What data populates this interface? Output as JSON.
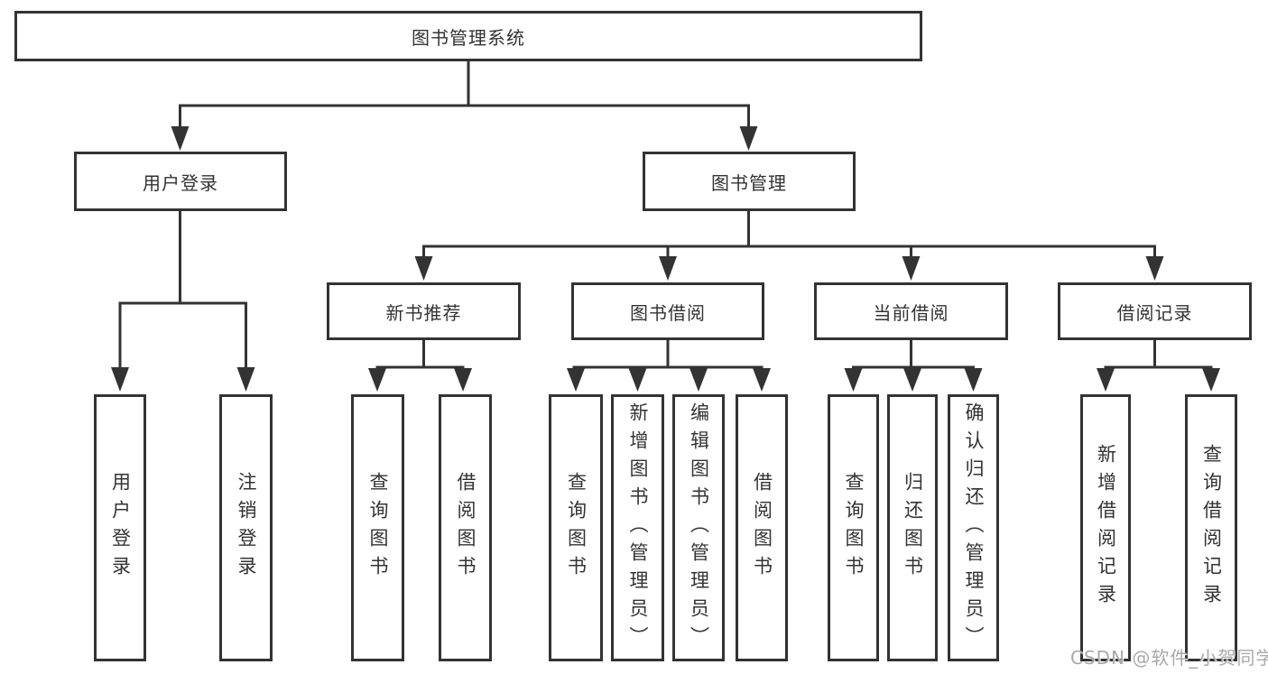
{
  "diagram": {
    "tree": {
      "label": "图书管理系统",
      "children": [
        {
          "label": "用户登录",
          "children": [
            {
              "label": "用户登录"
            },
            {
              "label": "注销登录"
            }
          ]
        },
        {
          "label": "图书管理",
          "children": [
            {
              "label": "新书推荐",
              "children": [
                {
                  "label": "查询图书"
                },
                {
                  "label": "借阅图书"
                }
              ]
            },
            {
              "label": "图书借阅",
              "children": [
                {
                  "label": "查询图书"
                },
                {
                  "label": "新增图书（管理员）"
                },
                {
                  "label": "编辑图书（管理员）"
                },
                {
                  "label": "借阅图书"
                }
              ]
            },
            {
              "label": "当前借阅",
              "children": [
                {
                  "label": "查询图书"
                },
                {
                  "label": "归还图书"
                },
                {
                  "label": "确认归还（管理员）"
                }
              ]
            },
            {
              "label": "借阅记录",
              "children": [
                {
                  "label": "新增借阅记录"
                },
                {
                  "label": "查询借阅记录"
                }
              ]
            }
          ]
        }
      ]
    },
    "watermark": "CSDN @软件_小贺同学",
    "colors": {
      "line": "#333333",
      "box_border": "#333333",
      "text": "#333333",
      "watermark": "#a9a9a9",
      "background": "#ffffff"
    }
  }
}
